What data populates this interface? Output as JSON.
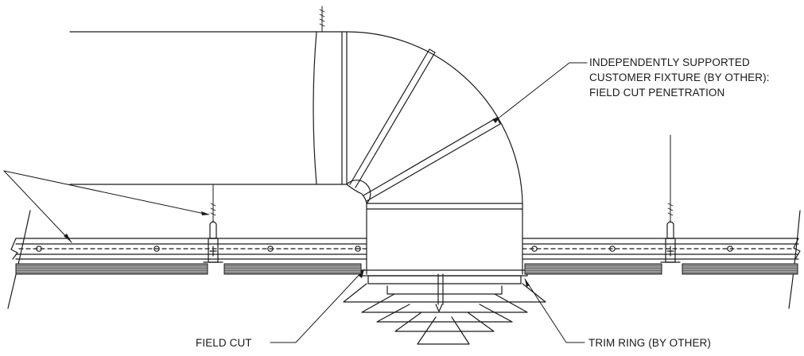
{
  "annotations": {
    "fixture_lines": [
      "INDEPENDENTLY SUPPORTED",
      "CUSTOMER FIXTURE (BY OTHER):",
      "FIELD CUT PENETRATION"
    ],
    "field_cut": "FIELD CUT",
    "trim_ring": "TRIM RING (BY OTHER)"
  },
  "colors": {
    "line": "#1a1a1a",
    "tile_fill": "#8c8c8c",
    "background": "#ffffff"
  }
}
